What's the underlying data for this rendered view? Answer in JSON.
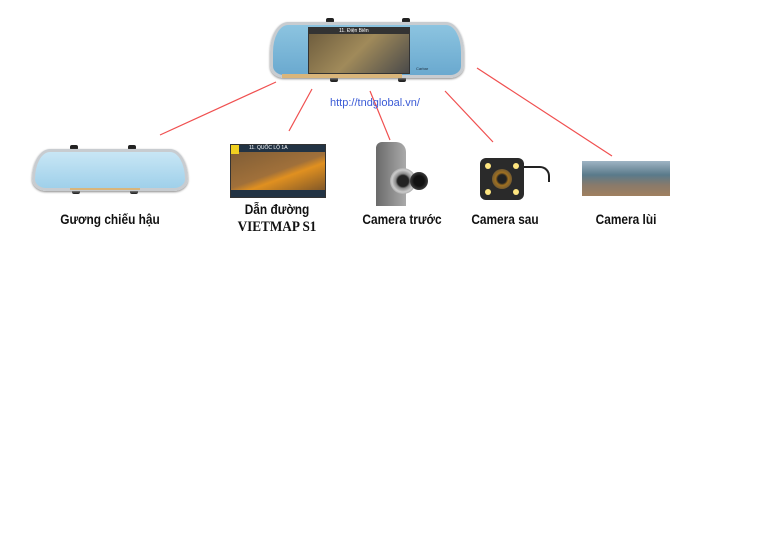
{
  "main_product": {
    "screen_header": "11. Điện Biên",
    "brand": "Carbar"
  },
  "link": "http://tndglobal.vn/",
  "items": [
    {
      "label": "Gương chiếu hậu"
    },
    {
      "label": "Dẫn đường",
      "sublabel": "VIETMAP S1",
      "screen_header": "11. QUỐC LỘ 1A"
    },
    {
      "label": "Camera trước"
    },
    {
      "label": "Camera sau"
    },
    {
      "label": "Camera lùi"
    }
  ],
  "colors": {
    "connector": "#f05050",
    "link": "#3b5bd6",
    "mirror": "#7ab6d8"
  }
}
